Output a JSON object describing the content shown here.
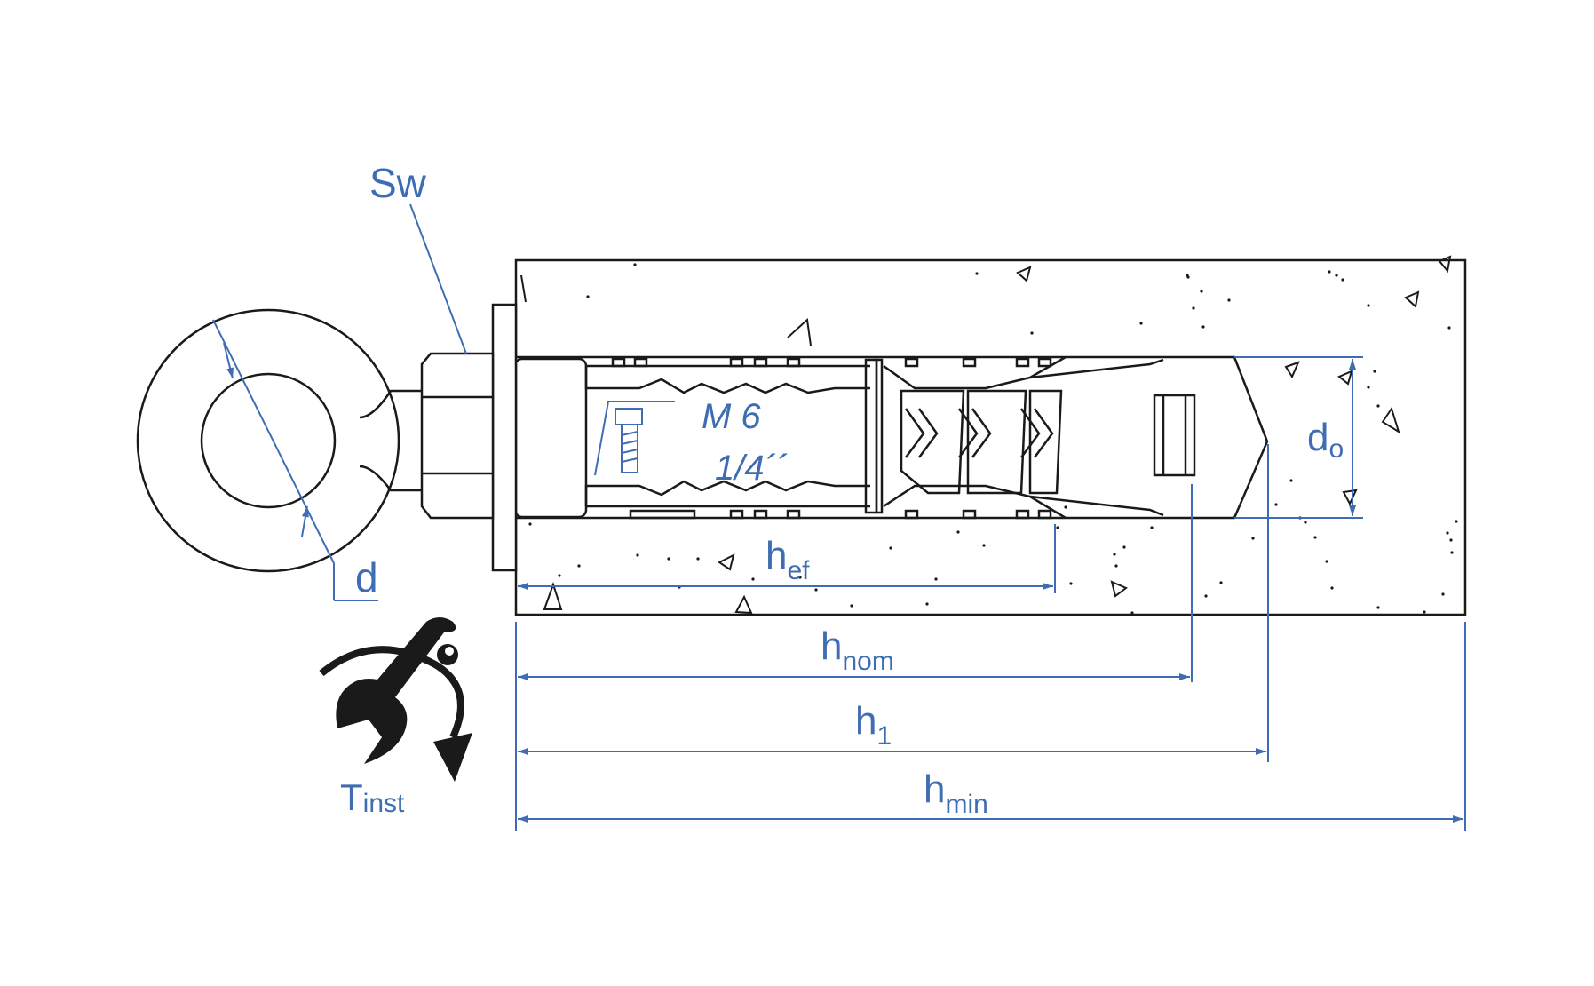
{
  "colors": {
    "line": "#1a1a1a",
    "dimension": "#3f6db3",
    "background": "#ffffff"
  },
  "labels": {
    "sw": "Sw",
    "d": "d",
    "d0_main": "d",
    "d0_sub": "o",
    "hef_main": "h",
    "hef_sub": "ef",
    "hnom_main": "h",
    "hnom_sub": "nom",
    "h1_main": "h",
    "h1_sub": "1",
    "hmin_main": "h",
    "hmin_sub": "min",
    "tinst_main": "T",
    "tinst_sub": "inst"
  },
  "marking": {
    "thread_metric": "M 6",
    "thread_imperial": "1/4´´"
  },
  "icons": {
    "torque": "wrench-torque-icon",
    "bolt": "bolt-marking-icon"
  }
}
